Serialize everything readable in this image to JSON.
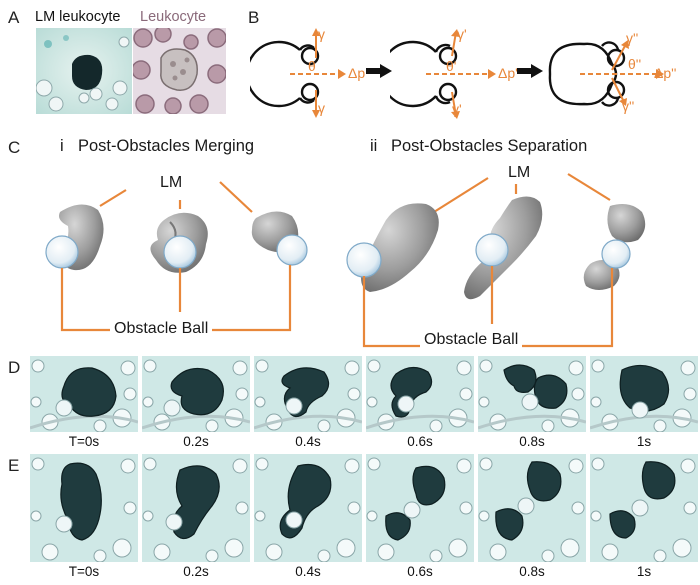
{
  "panel_a": {
    "letter": "A",
    "label_lm": "LM leukocyte",
    "label_leukocyte": "Leukocyte",
    "leukocyte_label_color": "#8a6a7a"
  },
  "panel_b": {
    "letter": "B",
    "stages": [
      {
        "gamma": "γ",
        "theta": "θ",
        "delta_p": "Δp"
      },
      {
        "gamma": "γ'",
        "theta": "θ'",
        "delta_p": "Δp'"
      },
      {
        "gamma": "γ''",
        "theta": "θ''",
        "delta_p": "Δp''"
      }
    ]
  },
  "panel_c": {
    "letter": "C",
    "sub_i_numeral": "i",
    "sub_i_title": "Post-Obstacles Merging",
    "sub_ii_numeral": "ii",
    "sub_ii_title": "Post-Obstacles Separation",
    "lm_label": "LM",
    "obstacle_label": "Obstacle Ball"
  },
  "panel_d": {
    "letter": "D",
    "times": [
      "T=0s",
      "0.2s",
      "0.4s",
      "0.6s",
      "0.8s",
      "1s"
    ]
  },
  "panel_e": {
    "letter": "E",
    "times": [
      "T=0s",
      "0.2s",
      "0.4s",
      "0.6s",
      "0.8s",
      "1s"
    ]
  },
  "colors": {
    "accent": "#e8873a",
    "droplet": "#1f3b3e",
    "background_tint": "#cde8e6",
    "blob_gray": "#9a9a9a",
    "ball_blue": "#cfe6f3"
  }
}
